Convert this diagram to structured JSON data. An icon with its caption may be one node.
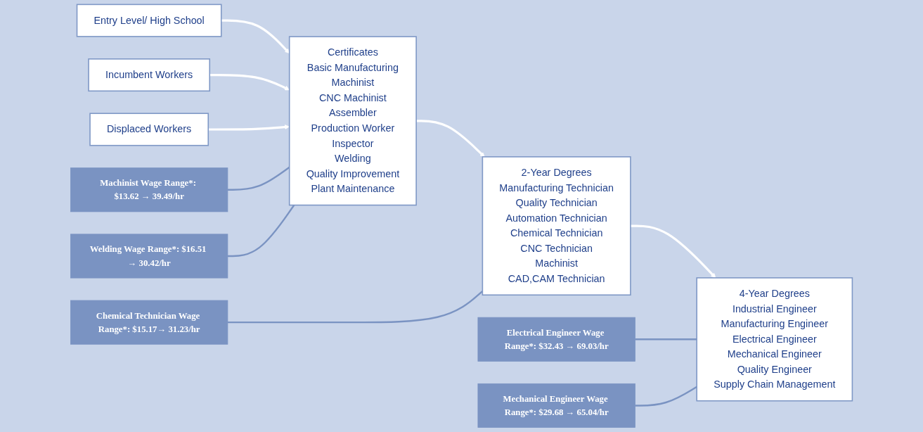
{
  "diagram": {
    "nodes": [
      {
        "text": [
          "Entry Level/ High School"
        ]
      },
      {
        "text": [
          "Incumbent Workers"
        ]
      },
      {
        "text": [
          "Displaced Workers"
        ]
      },
      {
        "text": [
          "Certificates",
          "Basic Manufacturing",
          "Machinist",
          "CNC Machinist",
          "Assembler",
          "Production Worker",
          "Inspector",
          "Welding",
          "Quality Improvement",
          "Plant Maintenance"
        ]
      },
      {
        "text": [
          "2-Year Degrees",
          "Manufacturing Technician",
          "Quality Technician",
          "Automation Technician",
          "Chemical Technician",
          "CNC Technician",
          "Machinist",
          "CAD,CAM Technician"
        ]
      },
      {
        "text": [
          "4-Year Degrees",
          "Industrial Engineer",
          "Manufacturing Engineer",
          "Electrical Engineer",
          "Mechanical Engineer",
          "Quality Engineer",
          "Supply Chain Management"
        ]
      },
      {
        "text": [
          "Machinist Wage Range*: $13.62 → 39.49/hr"
        ]
      },
      {
        "text": [
          "Electrical Engineer Wage Range*: $32.43 → 69.03/hr"
        ]
      },
      {
        "text": [
          "Welding Wage Range*: $16.51 → 30.42/hr"
        ]
      },
      {
        "text": [
          "Chemical Technician Wage Range*: $15.17→ 31.23/hr"
        ]
      },
      {
        "text": [
          "Mechanical Engineer Wage Range*: $29.68 → 65.04/hr"
        ]
      }
    ],
    "edges": [
      {
        "from": 0,
        "to": 3,
        "arrow": "to"
      },
      {
        "from": 1,
        "to": 3,
        "arrow": "to"
      },
      {
        "from": 2,
        "to": 3,
        "arrow": "to"
      },
      {
        "from": 3,
        "to": 4,
        "arrow": "to"
      },
      {
        "from": 4,
        "to": 5,
        "arrow": "to"
      },
      {
        "from": 6,
        "to": 3,
        "arrow": "none",
        "color": "#7a93c2"
      },
      {
        "from": 8,
        "to": 3,
        "arrow": "none",
        "color": "#7a93c2"
      },
      {
        "from": 9,
        "to": 4,
        "arrow": "none",
        "color": "#7a93c2"
      },
      {
        "from": 7,
        "to": 5,
        "arrow": "none",
        "color": "#7a93c2"
      },
      {
        "from": 10,
        "to": 5,
        "arrow": "none",
        "color": "#7a93c2"
      }
    ]
  }
}
